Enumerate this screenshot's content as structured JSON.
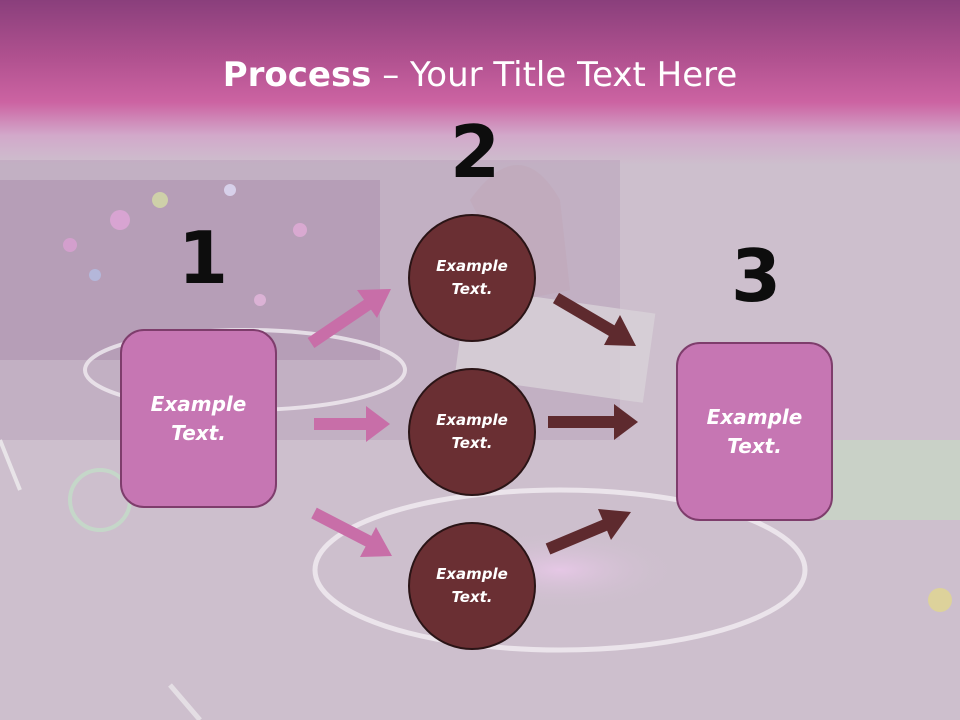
{
  "title": {
    "bold": "Process",
    "rest": " – Your Title Text Here"
  },
  "steps": {
    "one": {
      "number": "1",
      "text": "Example\nText."
    },
    "two": {
      "number": "2"
    },
    "three": {
      "number": "3",
      "text": "Example\nText."
    }
  },
  "circles": [
    {
      "text": "Example\nText."
    },
    {
      "text": "Example\nText."
    },
    {
      "text": "Example\nText."
    }
  ],
  "colors": {
    "header": "#c05aa0",
    "box_fill": "#c676b3",
    "box_border": "#7e3d6c",
    "circle_fill": "#6a2f33",
    "arrow_pink": "#c86ea8",
    "arrow_dark": "#5e2a2e"
  }
}
